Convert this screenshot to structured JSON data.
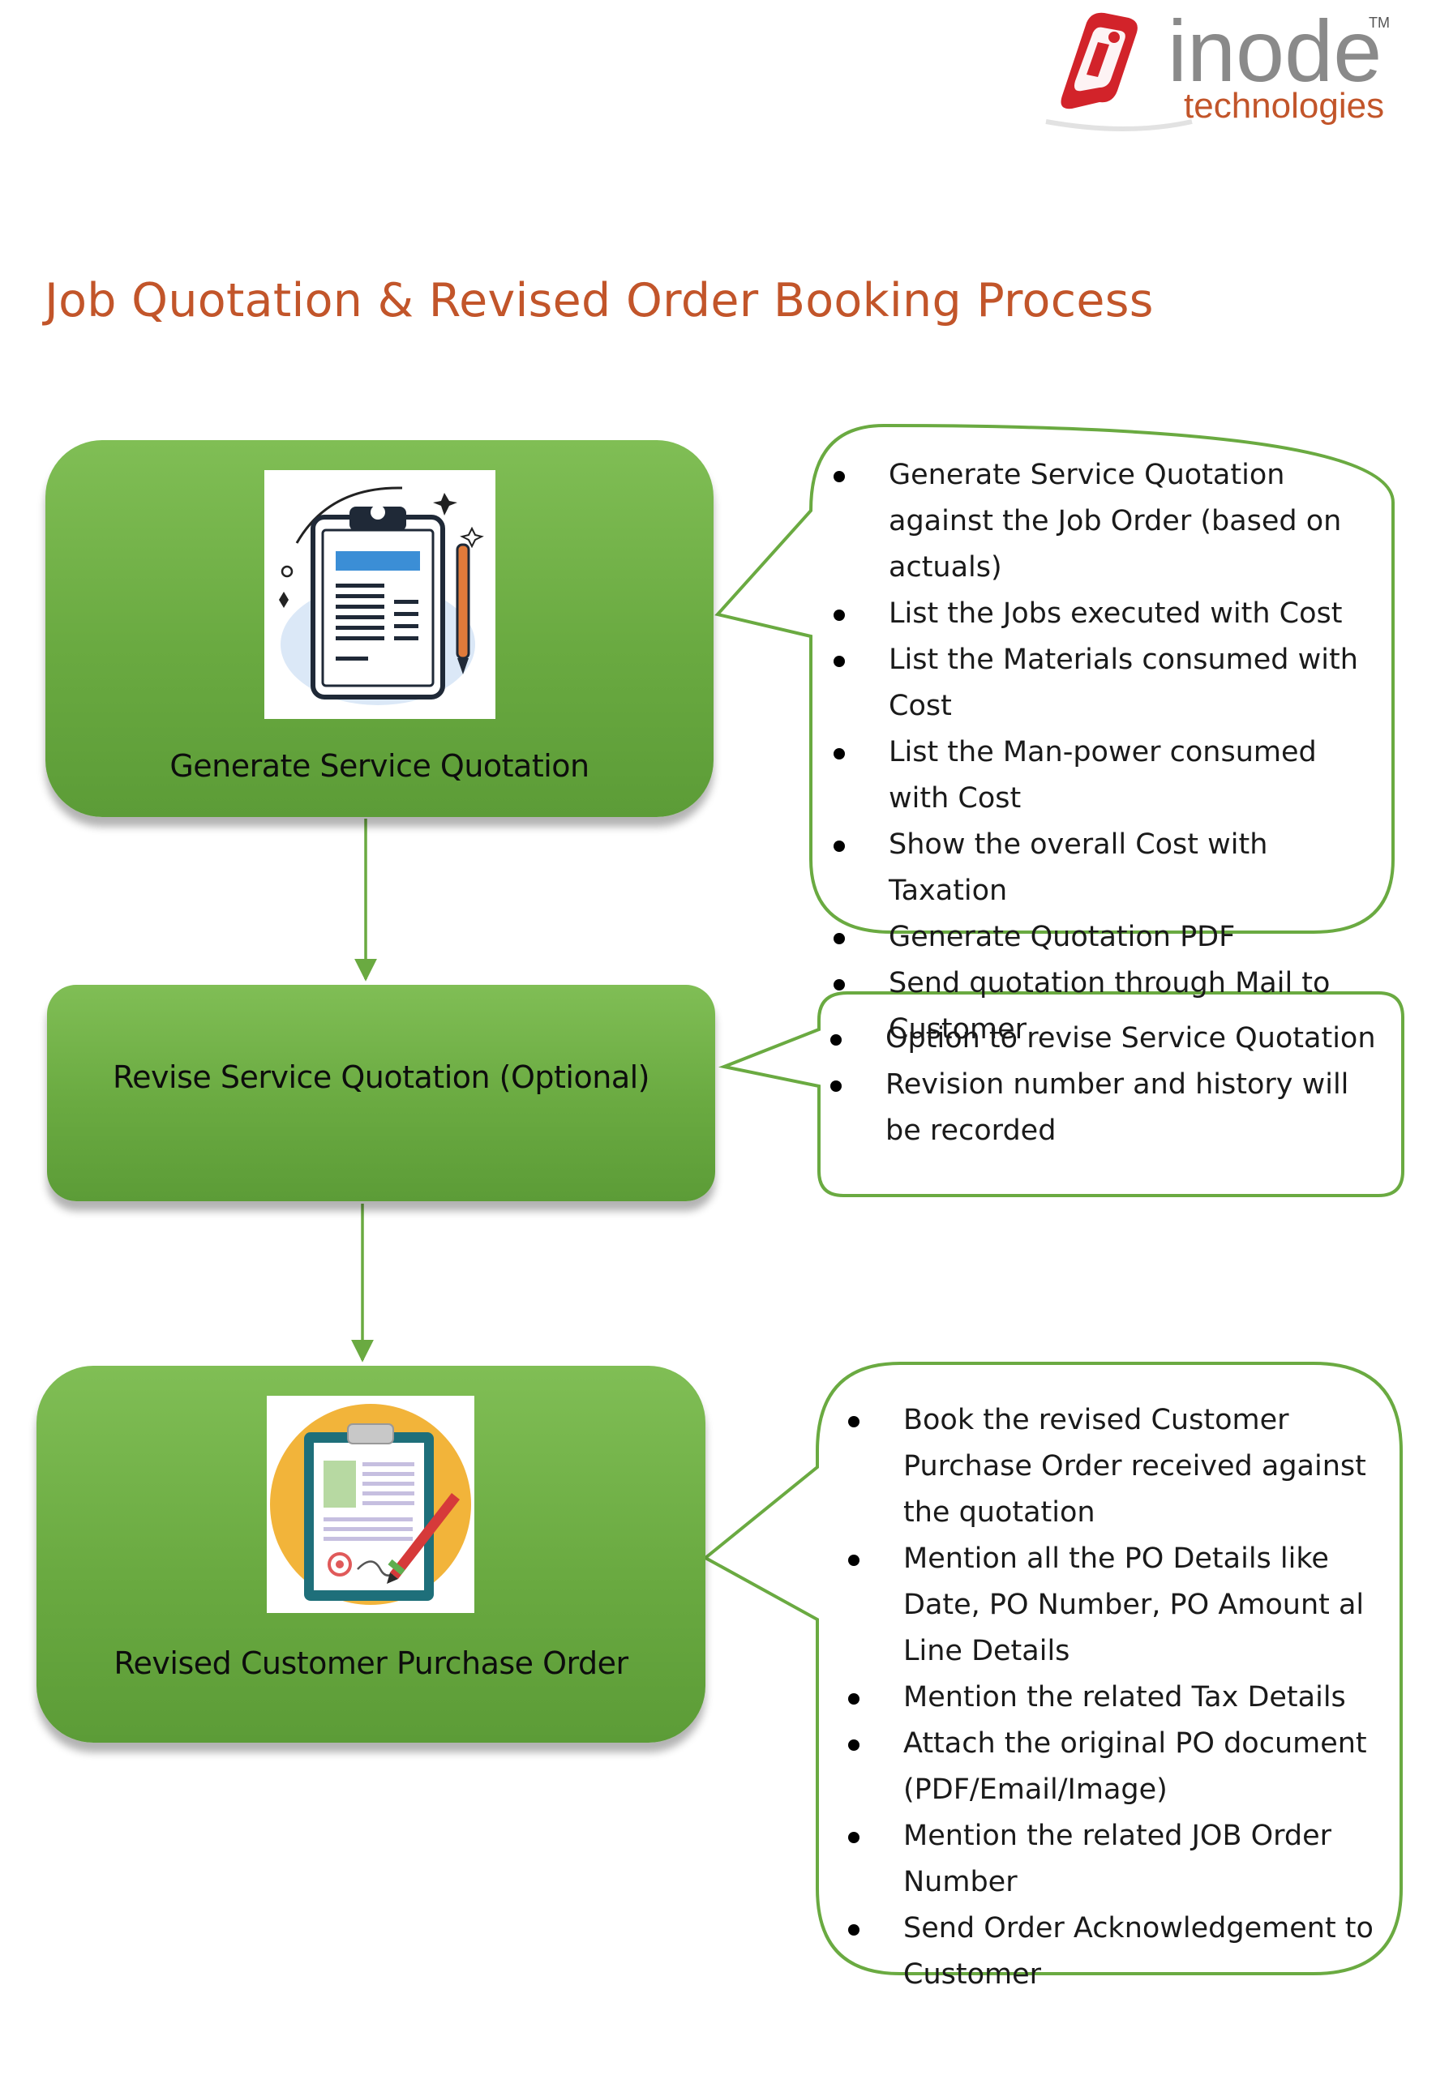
{
  "brand": {
    "name": "inode",
    "tagline": "technologies",
    "trademark": "TM",
    "red": "#d2232a",
    "gray": "#8a8a8a"
  },
  "title": "Job Quotation & Revised Order Booking Process",
  "colors": {
    "title": "#c2552a",
    "step_fill": "#6aaa41",
    "callout_border": "#6aaa41",
    "arrow": "#6aaa41"
  },
  "steps": [
    {
      "label": "Generate Service Quotation",
      "icon": "clipboard-document-icon",
      "details": [
        "Generate Service Quotation against the Job Order (based on actuals)",
        "List the Jobs executed with Cost",
        "List the Materials consumed with Cost",
        "List the Man-power consumed with Cost",
        "Show the overall Cost with Taxation",
        "Generate Quotation PDF",
        "Send quotation through Mail to Customer"
      ]
    },
    {
      "label": "Revise Service Quotation (Optional)",
      "icon": "",
      "details": [
        "Option to revise Service Quotation",
        "Revision number and history will be recorded"
      ]
    },
    {
      "label": "Revised Customer Purchase Order",
      "icon": "signed-purchase-order-icon",
      "details": [
        "Book the revised Customer Purchase Order received against the quotation",
        "Mention all the PO Details like Date, PO Number, PO Amount al Line Details",
        "Mention the related Tax Details",
        "Attach the original PO document (PDF/Email/Image)",
        "Mention the related JOB Order Number",
        "Send Order Acknowledgement to Customer"
      ]
    }
  ]
}
